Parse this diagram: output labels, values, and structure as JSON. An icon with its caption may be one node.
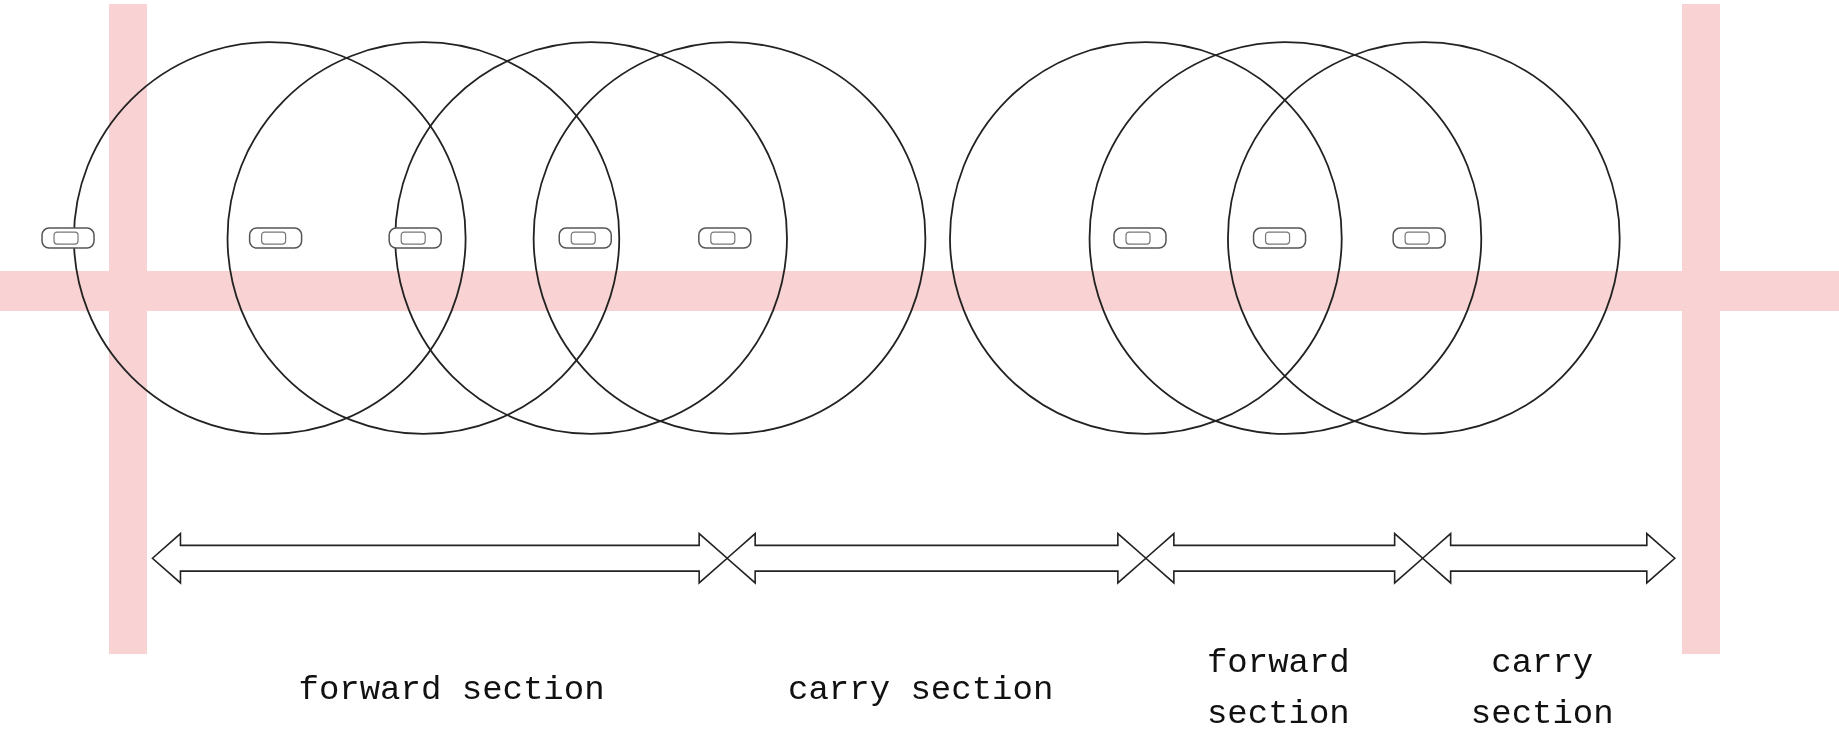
{
  "diagram": {
    "labels": [
      "forward section",
      "carry section",
      "forward section",
      "carry section"
    ]
  }
}
